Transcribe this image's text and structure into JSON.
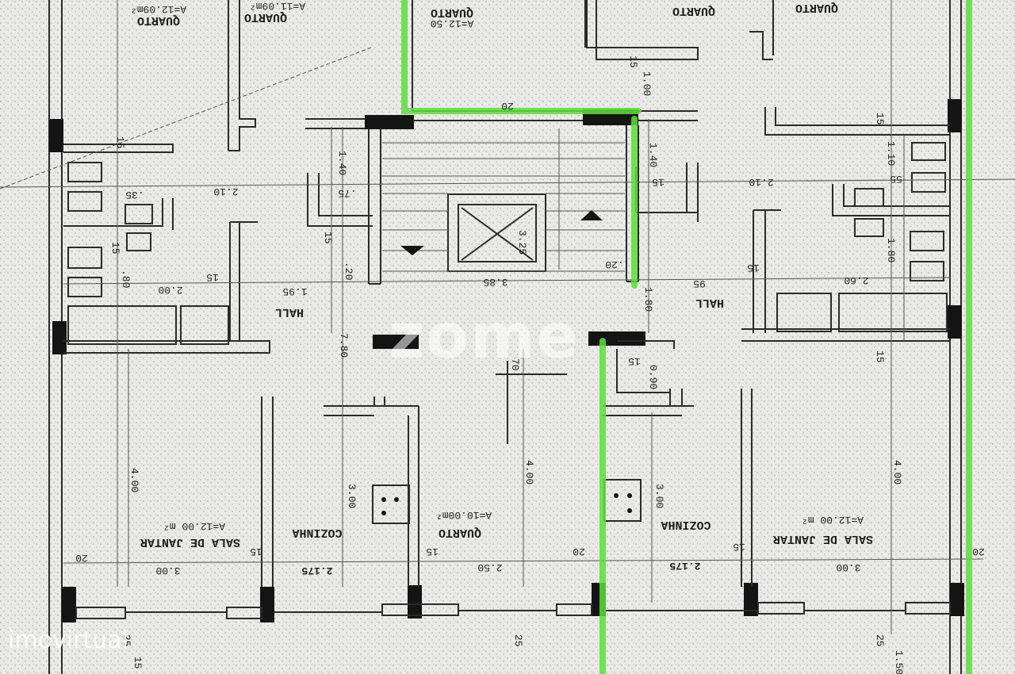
{
  "colors": {
    "paper": "#e9e9e7",
    "ink": "#141414",
    "highlight": "#5fdc3d"
  },
  "watermarks": {
    "center": "zome",
    "corner": "imovirtual"
  },
  "rooms": {
    "quarto_tl": "QUARTO",
    "quarto_tl_area": "A=12.09m²",
    "quarto_tl2": "QUARTO",
    "quarto_tl2_area": "A=11.09m²",
    "quarto_top": "QUARTO",
    "quarto_top_area": "A=12.50",
    "quarto_tr1": "QUARTO",
    "quarto_tr2": "QUARTO",
    "hall_left": "HALL",
    "hall_right": "HALL",
    "sala_left": "SALA DE JANTAR",
    "sala_left_area": "A=12.00 m²",
    "cozinha_left": "COZINHA",
    "quarto_bottom": "QUARTO",
    "quarto_bottom_area": "A=10.00m²",
    "cozinha_right": "COZINHA",
    "sala_right": "SALA DE JANTAR",
    "sala_right_area": "A=12.00 m²"
  },
  "dims": {
    "d_15a": "15",
    "d_210a": "2.10",
    "d_35": ".35",
    "d_15b": "15",
    "d_80": ".80",
    "d_200": "2.00",
    "d_15c": "15",
    "d_195": "1.95",
    "d_780": "7.80",
    "d_140a": "1.40",
    "d_75": ".75",
    "d_15d": "15",
    "d_20a": ".20",
    "d_20top": "20",
    "d_325": "3.25",
    "d_385": "3.85",
    "d_20b": ".20",
    "d_140b": "1.40",
    "d_15e": "15",
    "d_100": "1.00",
    "d_15f": "15",
    "d_180a": "1.80",
    "d_95": "95",
    "d_210b": "2.10",
    "d_110": "1.10",
    "d_55": "55",
    "d_180b": "1.80",
    "d_260": "2.60",
    "d_15g": "15",
    "d_15h": "15",
    "d_15i": "15",
    "d_400a": "4.00",
    "d_300a": "3.00",
    "d_20c": "20",
    "d_15j": "15",
    "d_2175a": "2.175",
    "d_300b": "3.00",
    "d_15k": "15",
    "d_250": "2.50",
    "d_400b": "4.00",
    "d_70": "70",
    "d_20d": "20",
    "d_15l": "15",
    "d_090": "0.90",
    "d_300c": "3.00",
    "d_2175b": "2.175",
    "d_15m": "15",
    "d_300d": "3.00",
    "d_400c": "4.00",
    "d_20e": "20",
    "d_25a": "25",
    "d_25b": "25",
    "d_25c": "25",
    "d_150": "1.50",
    "d_15n": "15"
  }
}
